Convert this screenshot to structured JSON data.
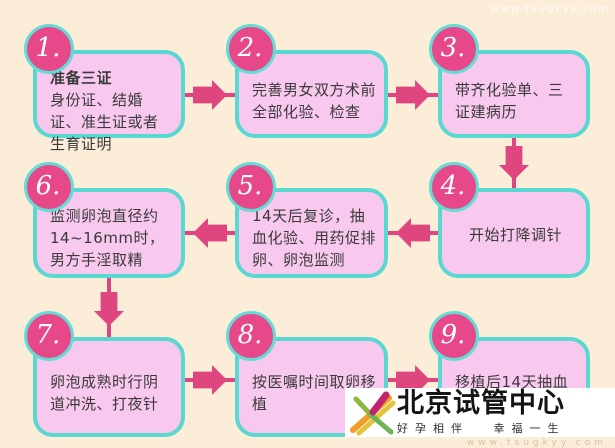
{
  "page": {
    "background_color": "#fcedd9",
    "box_fill_color": "#f8c8ee",
    "box_border_color": "#58d8d0",
    "badge_color": "#e6488a",
    "arrow_color": "#df4680",
    "text_color": "#3a3a3a"
  },
  "steps": [
    {
      "number": "1.",
      "title": "准备三证",
      "text": "身份证、结婚证、准生证或者生育证明"
    },
    {
      "number": "2.",
      "title": "",
      "text": "完善男女双方术前全部化验、检查"
    },
    {
      "number": "3.",
      "title": "",
      "text": "带齐化验单、三证建病历"
    },
    {
      "number": "4.",
      "title": "",
      "text": "开始打降调针"
    },
    {
      "number": "5.",
      "title": "",
      "text": "14天后复诊，抽血化验、用药促排卵、卵泡监测"
    },
    {
      "number": "6.",
      "title": "",
      "text": "监测卵泡直径约14~16mm时，男方手淫取精"
    },
    {
      "number": "7.",
      "title": "",
      "text": "卵泡成熟时行阴道冲洗、打夜针"
    },
    {
      "number": "8.",
      "title": "",
      "text": "按医嘱时间取卵移植"
    },
    {
      "number": "9.",
      "title": "",
      "text": "移植后14天抽血"
    }
  ],
  "watermark": {
    "name": "北京试管中心",
    "tagline": "好孕相伴 幸福一生",
    "url": "www.tsugkyy.com"
  }
}
